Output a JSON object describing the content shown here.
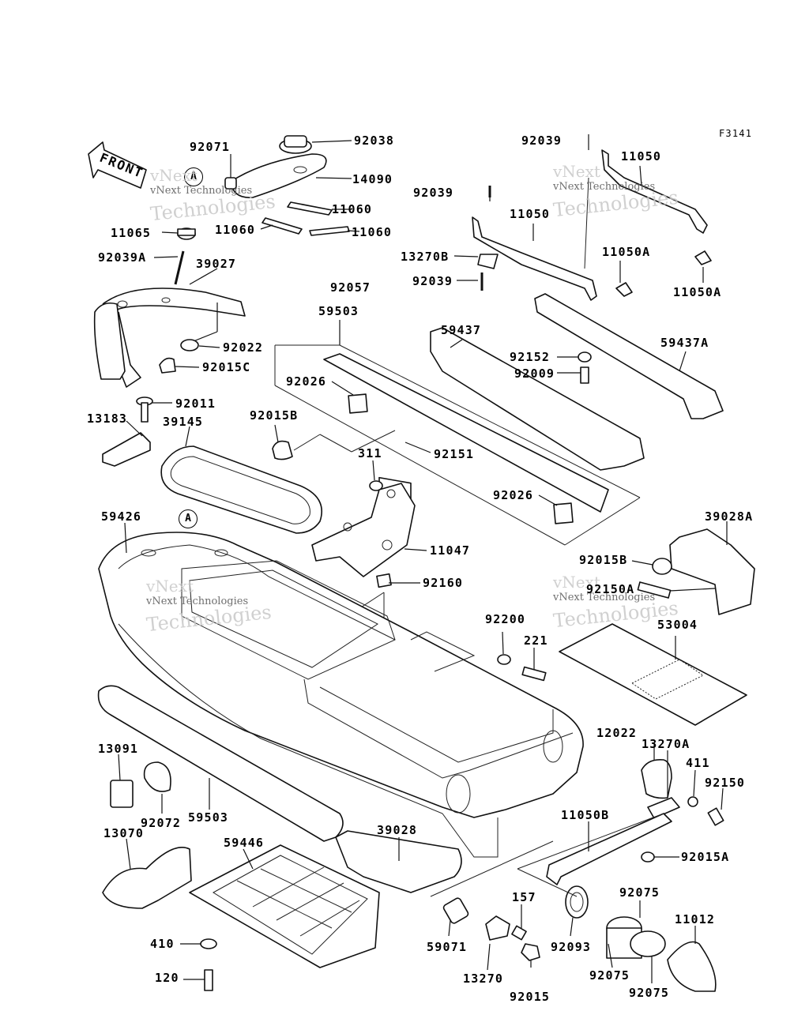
{
  "figure_code": "F3141",
  "front_label": "FRONT",
  "ref_marker": "A",
  "watermark": {
    "line1": "vNext",
    "line2": "vNext Technologies",
    "line3": "Technologies"
  },
  "parts": {
    "p92071": "92071",
    "p92038": "92038",
    "p14090": "14090",
    "p11060a": "11060",
    "p11060b": "11060",
    "p11060c": "11060",
    "p11065": "11065",
    "p92039a": "92039A",
    "p39027": "39027",
    "p92057": "92057",
    "p92022": "92022",
    "p92015c": "92015C",
    "p92011": "92011",
    "p13183": "13183",
    "p39145": "39145",
    "p92015b": "92015B",
    "p59503a": "59503",
    "p92026a": "92026",
    "p92151": "92151",
    "p311": "311",
    "p92026b": "92026",
    "p59426": "59426",
    "p11047": "11047",
    "p92160": "92160",
    "p92039b": "92039",
    "p11050a": "11050",
    "p92039c": "92039",
    "p11050b": "11050",
    "p13270b": "13270B",
    "p11050a1": "11050A",
    "p92039d": "92039",
    "p11050a2": "11050A",
    "p59437": "59437",
    "p92152": "92152",
    "p59437a": "59437A",
    "p92009": "92009",
    "p39028a": "39028A",
    "p92015b2": "92015B",
    "p92150a": "92150A",
    "p92200": "92200",
    "p221": "221",
    "p53004": "53004",
    "p13091": "13091",
    "p92072": "92072",
    "p59503b": "59503",
    "p13070": "13070",
    "p59446": "59446",
    "p39028": "39028",
    "p12022": "12022",
    "p13270a": "13270A",
    "p411": "411",
    "p92150": "92150",
    "p11050b2": "11050B",
    "p92015a": "92015A",
    "p410": "410",
    "p120": "120",
    "p59071": "59071",
    "p157": "157",
    "p13270": "13270",
    "p92015": "92015",
    "p92093": "92093",
    "p92075a": "92075",
    "p92075b": "92075",
    "p92075c": "92075",
    "p11012": "11012"
  }
}
